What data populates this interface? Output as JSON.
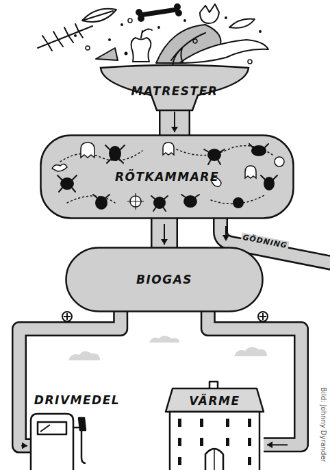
{
  "diagram": {
    "nodes": [
      {
        "text": [
          "MATRESTER"
        ]
      },
      {
        "text": [
          "RÖTKAMMARE"
        ]
      },
      {
        "text": [
          "BIOGAS"
        ]
      },
      {
        "text": [
          "DRIVMEDEL"
        ]
      },
      {
        "text": [
          "VÄRME"
        ]
      }
    ],
    "edges": [
      {
        "from": 0,
        "to": 1,
        "arrow": "to"
      },
      {
        "from": 1,
        "to": 2,
        "arrow": "to"
      },
      {
        "from": 2,
        "to": 3,
        "arrow": "to"
      },
      {
        "from": 2,
        "to": 4,
        "arrow": "to"
      }
    ],
    "labels": [
      "GÖDNING",
      "Bild: Johnny Dyrander"
    ]
  }
}
